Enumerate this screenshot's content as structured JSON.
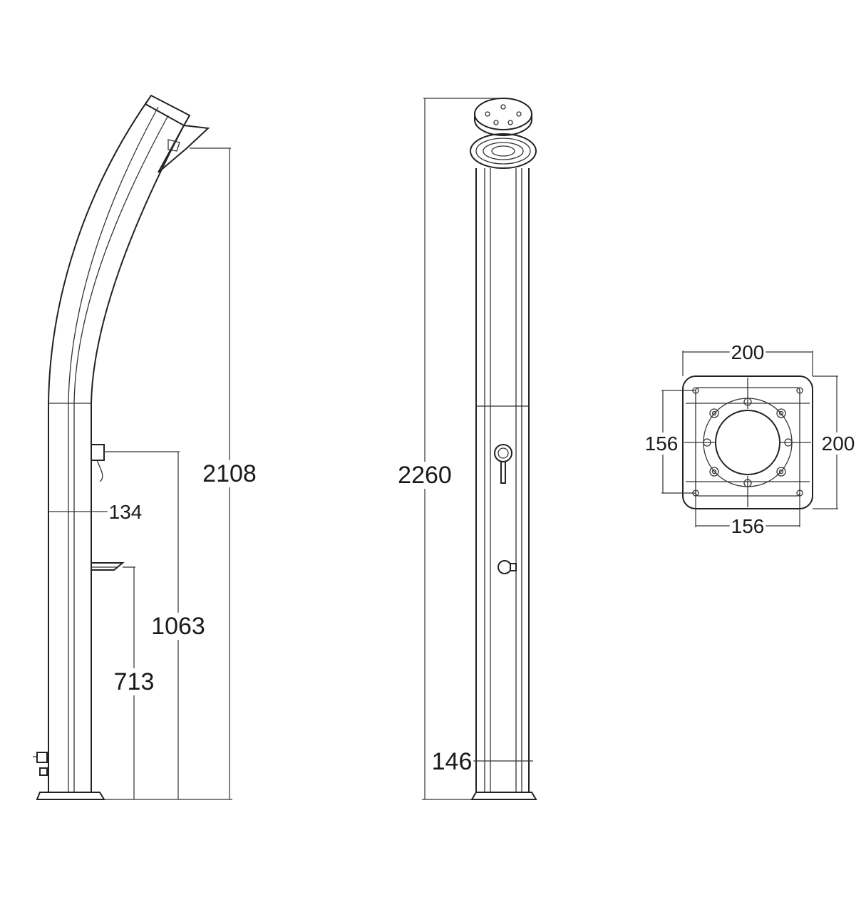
{
  "side_view": {
    "overall_height": "2108",
    "mixer_height": "1063",
    "foot_tap_height": "713",
    "column_width": "134"
  },
  "front_view": {
    "overall_height": "2260",
    "column_depth": "146"
  },
  "base_plate": {
    "width": "200",
    "height": "200",
    "hole_spacing_x": "156",
    "hole_spacing_y": "156"
  }
}
